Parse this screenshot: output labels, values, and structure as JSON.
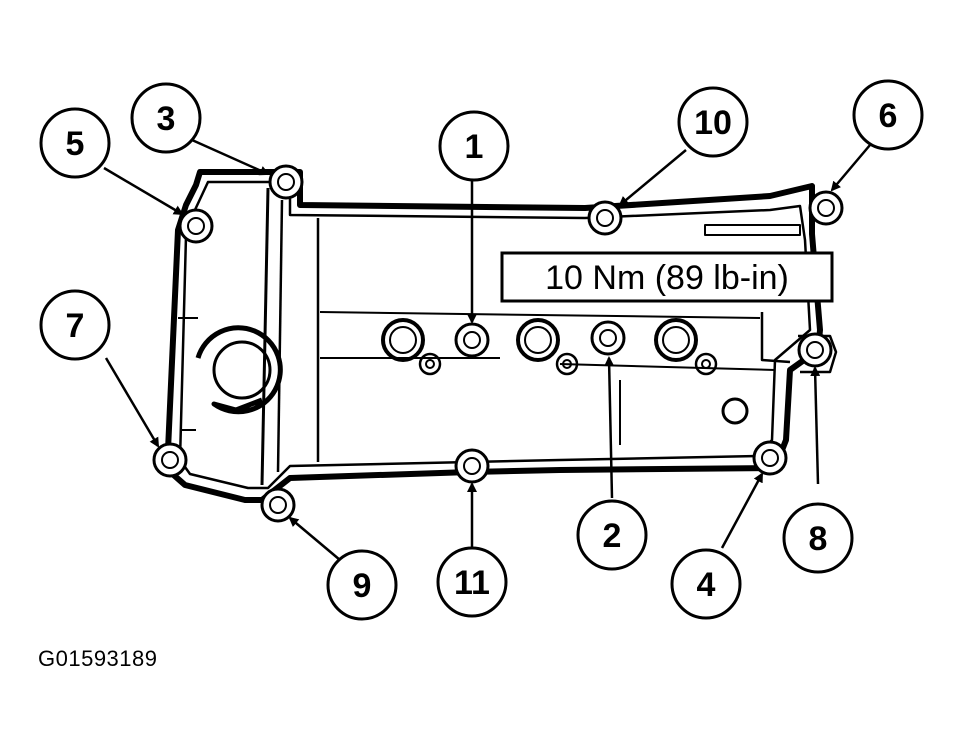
{
  "torque_spec": "10 Nm (89 lb-in)",
  "figure_id": "G01593189",
  "callouts": [
    "1",
    "2",
    "3",
    "4",
    "5",
    "6",
    "7",
    "8",
    "9",
    "10",
    "11"
  ]
}
